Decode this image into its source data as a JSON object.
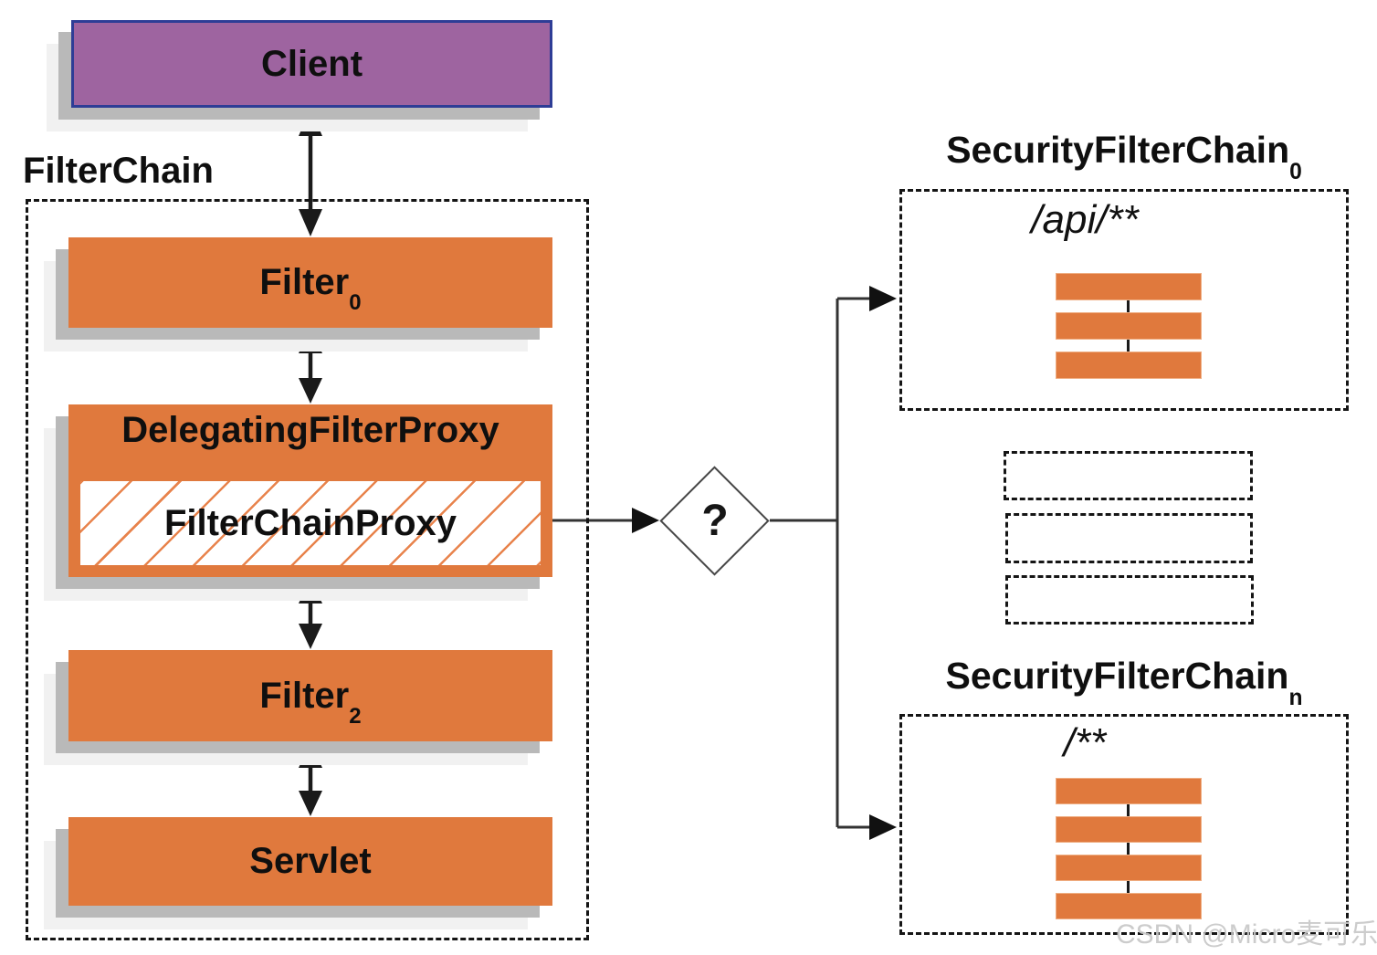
{
  "client": {
    "label": "Client"
  },
  "filter_chain": {
    "label": "FilterChain",
    "filter0": {
      "base": "Filter",
      "sub": "0"
    },
    "delegating_filter_proxy": {
      "label": "DelegatingFilterProxy"
    },
    "filter_chain_proxy": {
      "label": "FilterChainProxy"
    },
    "filter2": {
      "base": "Filter",
      "sub": "2"
    },
    "servlet": {
      "label": "Servlet"
    }
  },
  "decision": {
    "label": "?"
  },
  "security_filter_chain_0": {
    "base": "SecurityFilterChain",
    "sub": "0",
    "url_pattern": "/api/**",
    "filter_slots": 3
  },
  "security_filter_chain_n": {
    "base": "SecurityFilterChain",
    "sub": "n",
    "url_pattern": "/**",
    "filter_slots": 4
  },
  "placeholder_chain_boxes": 3,
  "watermark": "CSDN @Micro麦可乐",
  "colors": {
    "node_orange": "#e0793d",
    "hatch_orange": "#e8834c",
    "client_purple": "#9e64a0",
    "client_border_blue": "#2e3d96",
    "shadow_gray": "#b9b9b9",
    "line_dark": "#1a1a1a",
    "connector_gray": "#3a3a3a",
    "watermark_gray": "#c7c7c7"
  }
}
